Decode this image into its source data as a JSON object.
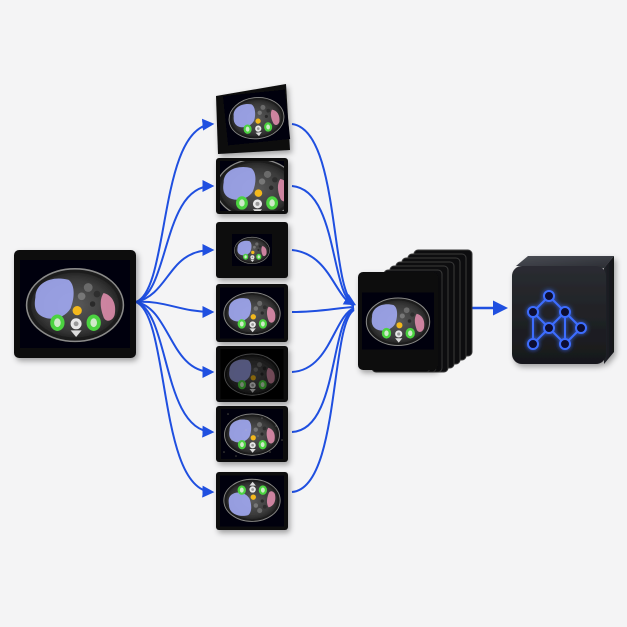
{
  "diagram": {
    "source_image": {
      "label": ""
    },
    "augmented_images": [
      {
        "variant": "rotate-tilt"
      },
      {
        "variant": "zoom-in"
      },
      {
        "variant": "scale-down"
      },
      {
        "variant": "original"
      },
      {
        "variant": "darken"
      },
      {
        "variant": "noise"
      },
      {
        "variant": "flip-vertical"
      }
    ],
    "batch_stack": {
      "label": ""
    },
    "model": {
      "icon": "neural-network-icon"
    }
  },
  "colors": {
    "arrow": "#1f4fe0",
    "liver": "#9ea6ee",
    "spleen": "#d98aa8",
    "kidney": "#4bd33f",
    "aorta": "#f3b81f",
    "network_glow": "#3d6dff",
    "frame": "#0d0d0f"
  }
}
